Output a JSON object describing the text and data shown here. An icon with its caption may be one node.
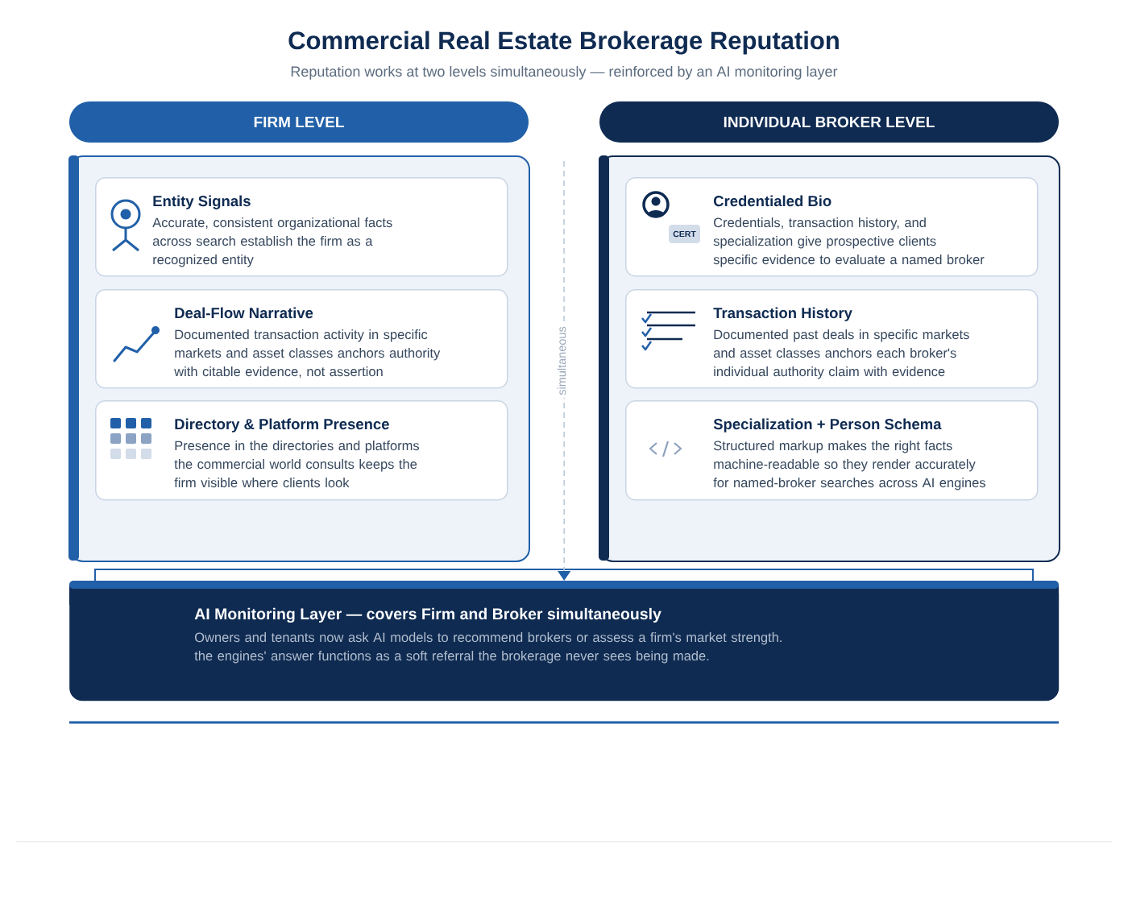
{
  "diagram": {
    "title": "Commercial Real Estate Brokerage Reputation",
    "nodes": [
      {
        "text": [
          "FIRM LEVEL"
        ]
      },
      {
        "text": [],
        "shape": "box"
      },
      {
        "text": [
          "Entity Signals",
          "Accurate, consistent organizational facts across search establish the firm as a recognized entity"
        ],
        "in": 1
      },
      {
        "text": [
          "Deal-Flow Narrative",
          "Documented transaction activity in specific markets and asset classes anchors authority with citable evidence, not assertion"
        ],
        "in": 1
      },
      {
        "text": [
          "Directory & Platform Presence",
          "Presence in the directories and platforms the commercial world consults keeps the firm visible where clients look"
        ],
        "in": 1
      },
      {
        "text": [
          "INDIVIDUAL BROKER LEVEL"
        ]
      },
      {
        "text": [],
        "shape": "box"
      },
      {
        "text": [
          "Credentialed Bio",
          "Credentials, transaction history, and specialization give prospective clients specific evidence to evaluate a named broker"
        ],
        "in": 6
      },
      {
        "text": [
          "CERT"
        ],
        "in": 7
      },
      {
        "text": [
          "Transaction History",
          "Documented past deals in specific markets and asset classes anchors each broker's individual authority claim with evidence"
        ],
        "in": 6
      },
      {
        "text": [
          "Specialization + Person Schema",
          "Structured markup makes the right facts machine-readable so they render accurately for named-broker searches across AI engines"
        ],
        "in": 6
      },
      {
        "text": [
          "AI Monitoring Layer — covers Firm and Broker simultaneously",
          "Owners and tenants now ask AI models to recommend brokers or assess a firm's market strength. the engines' answer functions as a soft referral the brokerage never sees being made."
        ]
      }
    ],
    "edges": [
      {
        "from": null,
        "to": 11,
        "arrow": "to",
        "style": "dashed",
        "label": "simultaneous"
      }
    ],
    "labels": [
      "Reputation works at two levels simultaneously — reinforced by an AI monitoring layer"
    ]
  }
}
